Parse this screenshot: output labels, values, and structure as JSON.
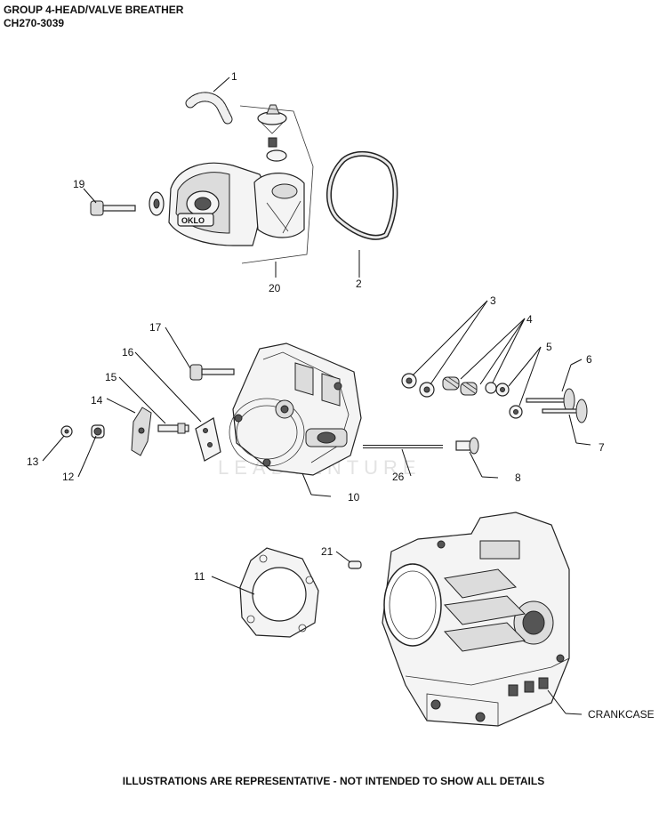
{
  "header": {
    "group_title": "GROUP 4-HEAD/VALVE BREATHER",
    "model": "CH270-3039"
  },
  "watermark": "LEADVENTURE",
  "footer_note": "ILLUSTRATIONS ARE REPRESENTATIVE - NOT INTENDED TO SHOW ALL DETAILS",
  "callouts": {
    "c1": "1",
    "c2": "2",
    "c3": "3",
    "c4": "4",
    "c5": "5",
    "c6": "6",
    "c7": "7",
    "c8": "8",
    "c10": "10",
    "c11": "11",
    "c12": "12",
    "c13": "13",
    "c14": "14",
    "c15": "15",
    "c16": "16",
    "c17": "17",
    "c19": "19",
    "c20": "20",
    "c21": "21",
    "c26": "26",
    "crankcase": "CRANKCASE"
  },
  "valve_cover_logo": "OKLO"
}
